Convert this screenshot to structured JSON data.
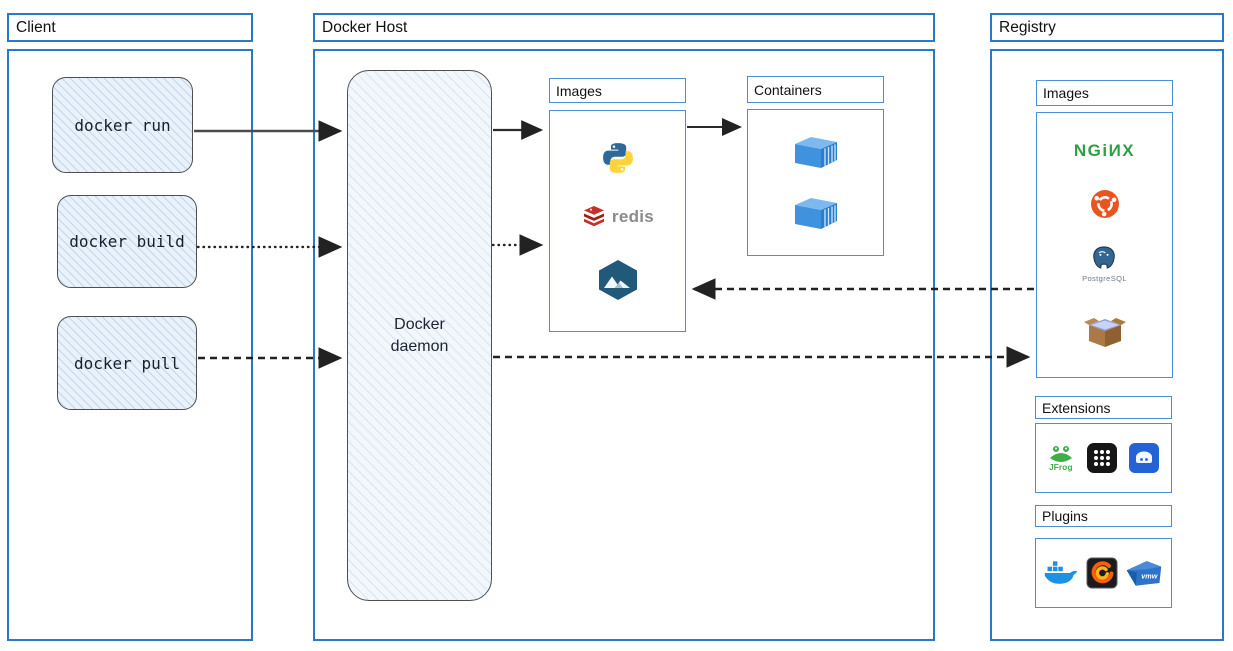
{
  "client": {
    "title": "Client",
    "commands": [
      {
        "label": "docker run"
      },
      {
        "label": "docker build"
      },
      {
        "label": "docker pull"
      }
    ]
  },
  "docker_host": {
    "title": "Docker Host",
    "daemon_label": "Docker daemon",
    "images": {
      "title": "Images",
      "items": [
        "python",
        "redis",
        "alpine"
      ]
    },
    "containers": {
      "title": "Containers",
      "count": 2
    }
  },
  "registry": {
    "title": "Registry",
    "images": {
      "title": "Images",
      "items": [
        "nginx",
        "ubuntu",
        "postgresql",
        "busybox"
      ]
    },
    "extensions": {
      "title": "Extensions",
      "items": [
        "jfrog",
        "app-grid",
        "vm-app"
      ]
    },
    "plugins": {
      "title": "Plugins",
      "items": [
        "docker",
        "grafana",
        "vmware"
      ]
    }
  },
  "logo_text": {
    "nginx": "NGiИX",
    "redis": "redis",
    "postgresql": "PostgreSQL",
    "jfrog": "JFrog",
    "vmware": "vmw"
  },
  "colors": {
    "frame_blue": "#2a79c8",
    "inner_blue": "#4a90d9",
    "sketch_fill": "#e9f1fa",
    "arrow": "#222222",
    "nginx_green": "#2da044",
    "ubuntu_orange": "#E95420",
    "redis_red": "#C6302B",
    "python_blue": "#306998",
    "python_yellow": "#FFD43B",
    "container_blue": "#3f93de"
  }
}
